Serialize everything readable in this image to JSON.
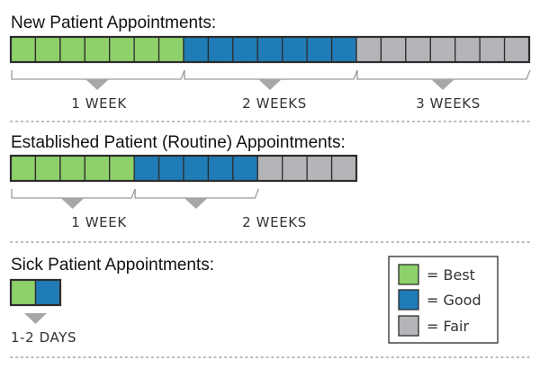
{
  "colors": {
    "best": "#8ed16a",
    "good": "#1f7cb6",
    "fair": "#b4b5b8"
  },
  "sections": [
    {
      "title": "New Patient Appointments:",
      "segments": [
        {
          "rating": "best",
          "cells": 7,
          "label": "1 WEEK"
        },
        {
          "rating": "good",
          "cells": 7,
          "label": "2 WEEKS"
        },
        {
          "rating": "fair",
          "cells": 7,
          "label": "3 WEEKS"
        }
      ]
    },
    {
      "title": "Established Patient (Routine) Appointments:",
      "segments": [
        {
          "rating": "best",
          "cells": 5,
          "label": "1 WEEK"
        },
        {
          "rating": "good",
          "cells": 5,
          "label": "2 WEEKS"
        },
        {
          "rating": "fair",
          "cells": 4,
          "label": ""
        }
      ]
    },
    {
      "title": "Sick Patient Appointments:",
      "segments": [
        {
          "rating": "best",
          "cells": 1,
          "label": ""
        },
        {
          "rating": "good",
          "cells": 1,
          "label": ""
        }
      ],
      "duration_label": "1-2 DAYS"
    }
  ],
  "legend": [
    {
      "rating": "best",
      "label": "= Best"
    },
    {
      "rating": "good",
      "label": "= Good"
    },
    {
      "rating": "fair",
      "label": "= Fair"
    }
  ]
}
